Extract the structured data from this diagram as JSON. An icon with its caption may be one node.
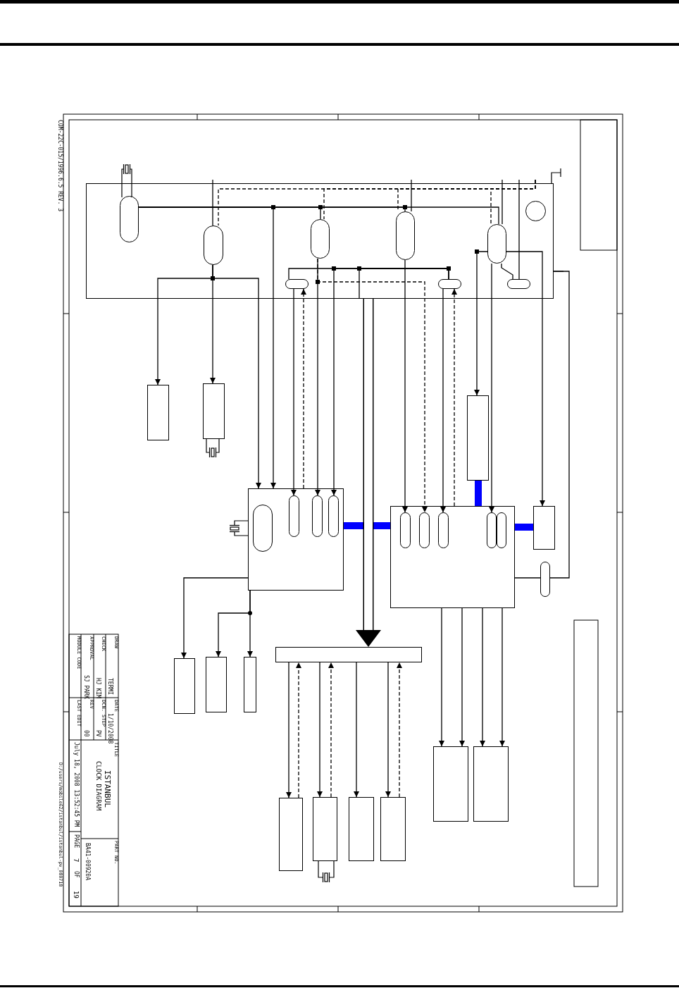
{
  "diagram": {
    "nodes": [
      {
        "text": [],
        "shape": "box"
      },
      {
        "text": [],
        "shape": "oval",
        "in": 0
      },
      {
        "text": [],
        "shape": "oval",
        "in": 0
      },
      {
        "text": [],
        "shape": "oval",
        "in": 0
      },
      {
        "text": [],
        "shape": "oval",
        "in": 0
      },
      {
        "text": [],
        "shape": "oval",
        "in": 0
      },
      {
        "text": [],
        "shape": "circle",
        "in": 0
      },
      {
        "text": [],
        "shape": "oval",
        "in": 0
      },
      {
        "text": [],
        "shape": "oval",
        "in": 0
      },
      {
        "text": [],
        "shape": "oval",
        "in": 0
      },
      {
        "text": [],
        "shape": "box"
      },
      {
        "text": [],
        "shape": "box"
      },
      {
        "text": [],
        "shape": "box"
      },
      {
        "text": [],
        "shape": "oval",
        "in": 12
      },
      {
        "text": [],
        "shape": "oval",
        "in": 12
      },
      {
        "text": [],
        "shape": "oval",
        "in": 12
      },
      {
        "text": [],
        "shape": "oval",
        "in": 12
      },
      {
        "text": [],
        "shape": "box"
      },
      {
        "text": [],
        "shape": "box"
      },
      {
        "text": [],
        "shape": "oval",
        "in": 18
      },
      {
        "text": [],
        "shape": "oval",
        "in": 18
      },
      {
        "text": [],
        "shape": "oval",
        "in": 18
      },
      {
        "text": [],
        "shape": "oval",
        "in": 18
      },
      {
        "text": [],
        "shape": "oval",
        "in": 18
      },
      {
        "text": [],
        "shape": "box"
      },
      {
        "text": [],
        "shape": "oval"
      },
      {
        "text": [],
        "shape": "bar"
      },
      {
        "text": [],
        "shape": "box"
      },
      {
        "text": [],
        "shape": "box"
      },
      {
        "text": [],
        "shape": "box"
      },
      {
        "text": [],
        "shape": "box"
      },
      {
        "text": [],
        "shape": "box"
      },
      {
        "text": [],
        "shape": "box"
      },
      {
        "text": [],
        "shape": "box"
      },
      {
        "text": [],
        "shape": "box"
      },
      {
        "text": [],
        "shape": "box"
      }
    ],
    "edges": [
      {
        "from": 2,
        "to": 10,
        "arrow": "to"
      },
      {
        "from": 2,
        "to": 11,
        "arrow": "to"
      },
      {
        "from": 2,
        "to": 12,
        "arrow": "to"
      },
      {
        "from": 1,
        "to": 5,
        "arrow": "none"
      },
      {
        "from": 1,
        "to": 12,
        "arrow": "to"
      },
      {
        "from": 1,
        "to": 3,
        "arrow": "none"
      },
      {
        "from": 1,
        "to": 4,
        "arrow": "other"
      },
      {
        "from": 3,
        "to": 15,
        "arrow": "to"
      },
      {
        "from": 4,
        "to": 19,
        "arrow": "to"
      },
      {
        "from": 5,
        "to": 17,
        "arrow": "to"
      },
      {
        "from": 5,
        "to": 22,
        "arrow": "to"
      },
      {
        "from": 17,
        "to": 18,
        "arrow": "none",
        "style": "thick",
        "color": "#0000ff"
      },
      {
        "from": 12,
        "to": 18,
        "arrow": "none",
        "style": "thick",
        "color": "#0000ff"
      },
      {
        "from": 18,
        "to": 24,
        "arrow": "none",
        "style": "thick",
        "color": "#0000ff"
      },
      {
        "from": 18,
        "to": 34,
        "arrow": "to"
      },
      {
        "from": 18,
        "to": 34,
        "arrow": "to"
      },
      {
        "from": 18,
        "to": 35,
        "arrow": "to"
      },
      {
        "from": 18,
        "to": 35,
        "arrow": "to"
      },
      {
        "from": 0,
        "to": 26,
        "arrow": "to",
        "style": "thick"
      },
      {
        "from": 26,
        "to": 30,
        "arrow": "to"
      },
      {
        "from": 30,
        "to": 26,
        "arrow": "to",
        "style": "dashed"
      },
      {
        "from": 26,
        "to": 31,
        "arrow": "to"
      },
      {
        "from": 31,
        "to": 26,
        "arrow": "to",
        "style": "dashed"
      },
      {
        "from": 26,
        "to": 32,
        "arrow": "to"
      },
      {
        "from": 26,
        "to": 33,
        "arrow": "to"
      },
      {
        "from": 33,
        "to": 26,
        "arrow": "to",
        "style": "dashed"
      },
      {
        "from": 12,
        "to": 27,
        "arrow": "to"
      },
      {
        "from": 12,
        "to": 29,
        "arrow": "to"
      },
      {
        "from": 12,
        "to": 28,
        "arrow": "to"
      },
      {
        "from": 7,
        "to": 14,
        "arrow": "to"
      },
      {
        "from": 12,
        "to": 7,
        "arrow": "to",
        "style": "dashed"
      },
      {
        "from": 8,
        "to": 21,
        "arrow": "to"
      },
      {
        "from": 18,
        "to": 8,
        "arrow": "to",
        "style": "dashed"
      },
      {
        "from": 3,
        "to": 20,
        "arrow": "to",
        "style": "dashed"
      },
      {
        "from": 5,
        "to": 9,
        "arrow": "none"
      },
      {
        "from": 18,
        "to": 25,
        "arrow": "none"
      },
      {
        "from": 25,
        "to": 0,
        "arrow": "none"
      },
      {
        "from": 5,
        "to": 24,
        "arrow": "to"
      },
      {
        "from": 8,
        "to": 16,
        "arrow": "to"
      },
      {
        "from": 7,
        "to": 8,
        "arrow": "none"
      },
      {
        "from": 8,
        "to": 0,
        "arrow": "none"
      },
      {
        "from": null,
        "to": 2,
        "arrow": "none"
      },
      {
        "from": null,
        "to": 4,
        "arrow": "none"
      },
      {
        "from": null,
        "to": 5,
        "arrow": "none"
      },
      {
        "from": null,
        "to": 9,
        "arrow": "none"
      },
      {
        "from": null,
        "to": 2,
        "arrow": "none",
        "style": "dashed"
      },
      {
        "from": null,
        "to": 3,
        "arrow": "none",
        "style": "dashed"
      },
      {
        "from": null,
        "to": 4,
        "arrow": "none",
        "style": "dashed"
      },
      {
        "from": null,
        "to": 5,
        "arrow": "none",
        "style": "dashed"
      }
    ],
    "labels": [
      "COM-22C-015/1996.6.5 REV. 3",
      "DRAW",
      "TERMI",
      "CHECK",
      "HJ KIM",
      "APPROVAL",
      "SJ PARK",
      "MODULE CODE",
      "DATE",
      "1/10/2008",
      "DCN. STEP",
      "PV",
      "REV",
      "00",
      "LAST EDIT",
      "TITLE",
      "ISTANBUL",
      "CLOCK DIAGRAM",
      "July 18, 2008 13:52:45 PM",
      "PAGE",
      "7",
      "OF",
      "19",
      "PART NO.",
      "BA41-00920A",
      "D:/users/mobile62/istanbul/istanbul-pv_080718"
    ]
  }
}
